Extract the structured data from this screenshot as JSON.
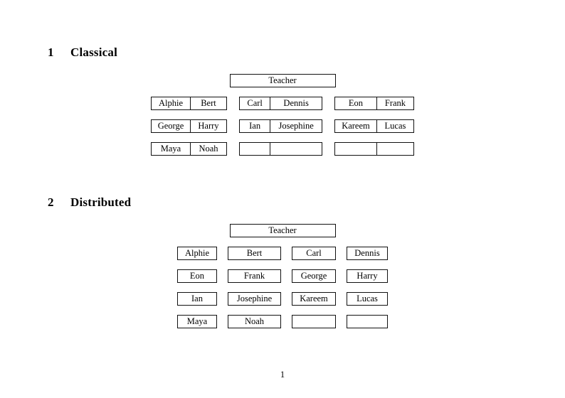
{
  "document": {
    "page_number": "1",
    "sections": [
      {
        "number": "1",
        "title": "Classical",
        "teacher_label": "Teacher",
        "layout": "paired-groups",
        "groups": [
          {
            "rows": [
              [
                "Alphie",
                "Bert"
              ],
              [
                "George",
                "Harry"
              ],
              [
                "Maya",
                "Noah"
              ]
            ]
          },
          {
            "rows": [
              [
                "Carl",
                "Dennis"
              ],
              [
                "Ian",
                "Josephine"
              ],
              [
                "",
                ""
              ]
            ]
          },
          {
            "rows": [
              [
                "Eon",
                "Frank"
              ],
              [
                "Kareem",
                "Lucas"
              ],
              [
                "",
                ""
              ]
            ]
          }
        ]
      },
      {
        "number": "2",
        "title": "Distributed",
        "teacher_label": "Teacher",
        "layout": "single-boxes",
        "rows": [
          [
            "Alphie",
            "Bert",
            "Carl",
            "Dennis"
          ],
          [
            "Eon",
            "Frank",
            "George",
            "Harry"
          ],
          [
            "Ian",
            "Josephine",
            "Kareem",
            "Lucas"
          ],
          [
            "Maya",
            "Noah",
            "",
            ""
          ]
        ]
      }
    ]
  }
}
